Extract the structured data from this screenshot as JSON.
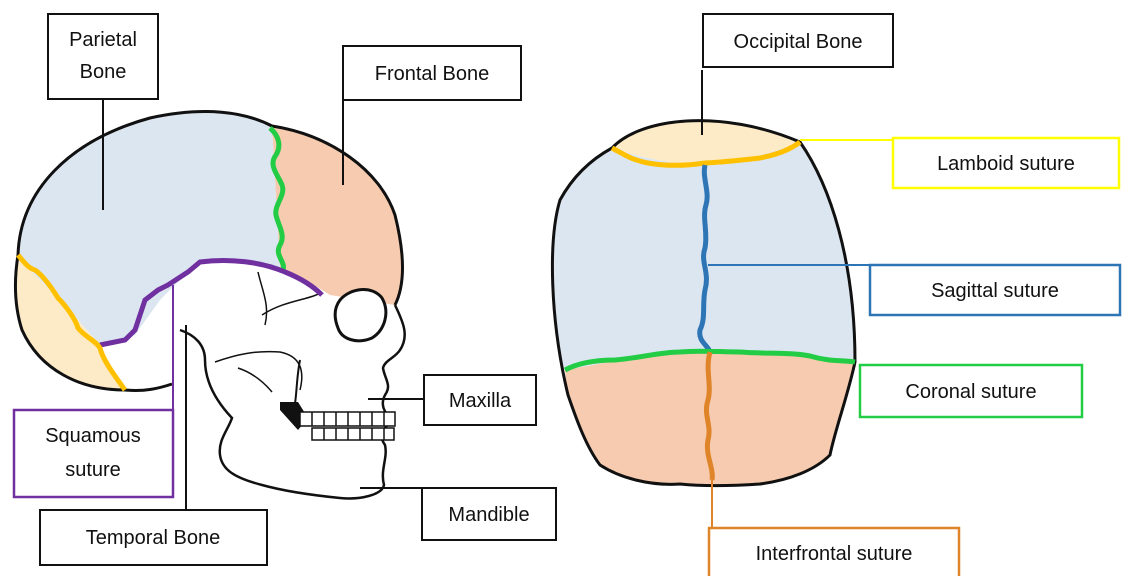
{
  "labels": {
    "parietal_line1": "Parietal",
    "parietal_line2": "Bone",
    "frontal": "Frontal Bone",
    "squamous_line1": "Squamous",
    "squamous_line2": "suture",
    "temporal": "Temporal Bone",
    "maxilla": "Maxilla",
    "mandible": "Mandible",
    "occipital": "Occipital Bone",
    "lamboid": "Lamboid suture",
    "sagittal": "Sagittal suture",
    "coronal": "Coronal suture",
    "interfrontal": "Interfrontal suture"
  },
  "colors": {
    "parietal_fill": "#dce6f1",
    "frontal_fill": "#f6cbaf",
    "occipital_fill": "#fdebc8",
    "outline": "#111111",
    "lamboid_suture": "#ffc000",
    "lamboid_label_border": "#ffff00",
    "coronal_suture": "#22cc44",
    "squamous_suture": "#7030a0",
    "sagittal_suture": "#2e75b6",
    "interfrontal_suture": "#e0842a"
  }
}
